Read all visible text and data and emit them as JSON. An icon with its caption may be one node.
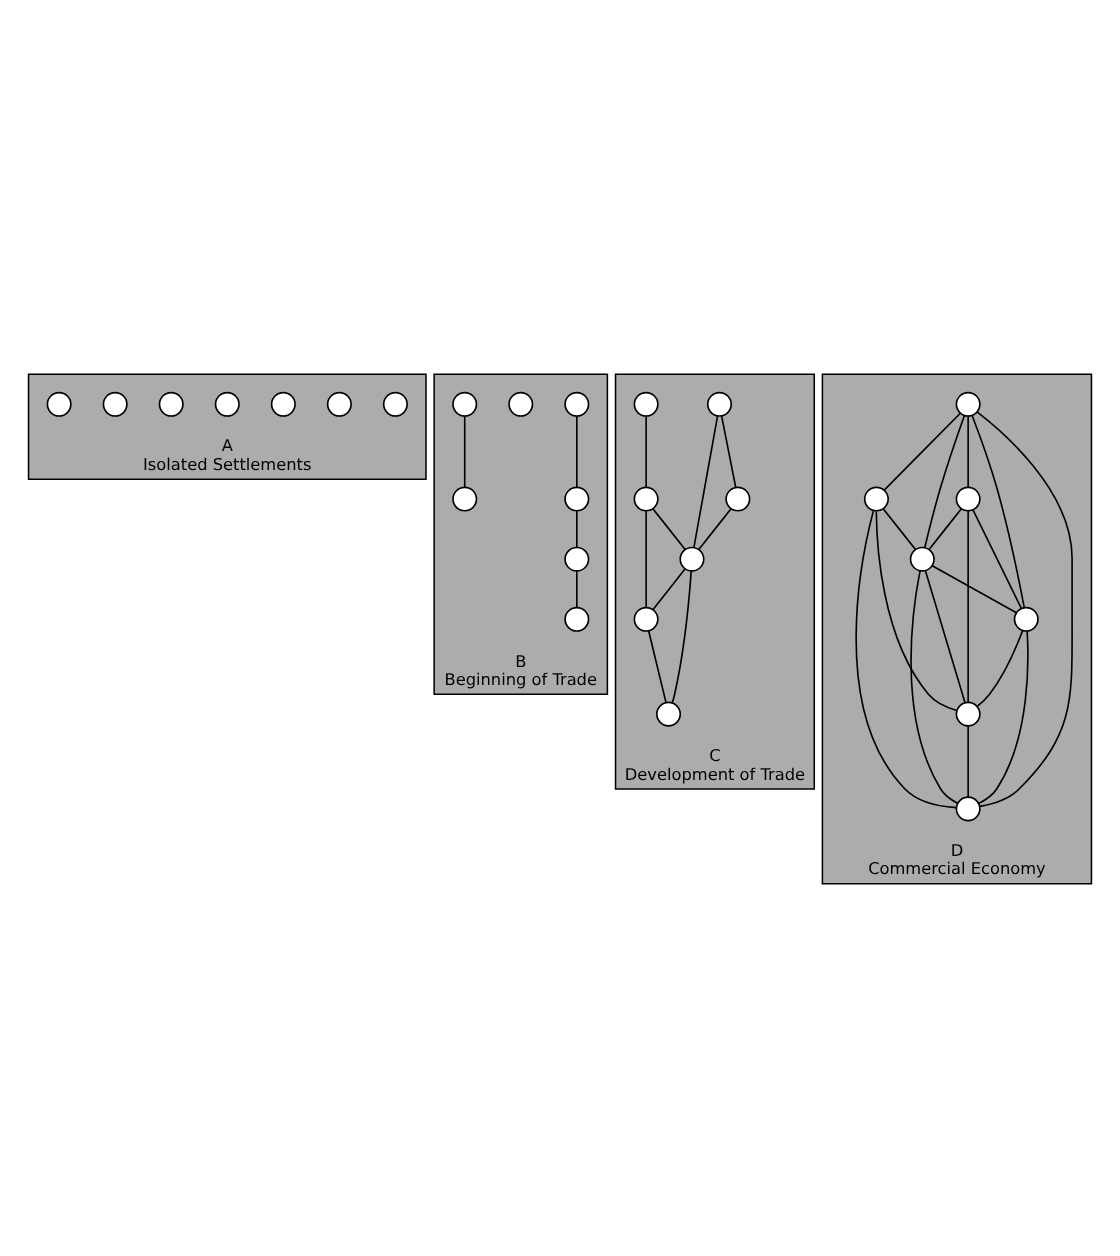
{
  "diagram": {
    "nodes": [
      {
        "text": [
          "A",
          "Isolated Settlements"
        ]
      },
      {
        "text": [],
        "shape": "circle",
        "in": 0
      },
      {
        "text": [],
        "shape": "circle",
        "in": 0
      },
      {
        "text": [],
        "shape": "circle",
        "in": 0
      },
      {
        "text": [],
        "shape": "circle",
        "in": 0
      },
      {
        "text": [],
        "shape": "circle",
        "in": 0
      },
      {
        "text": [],
        "shape": "circle",
        "in": 0
      },
      {
        "text": [],
        "shape": "circle",
        "in": 0
      },
      {
        "text": [
          "B",
          "Beginning of Trade"
        ]
      },
      {
        "text": [],
        "shape": "circle",
        "in": 8
      },
      {
        "text": [],
        "shape": "circle",
        "in": 8
      },
      {
        "text": [],
        "shape": "circle",
        "in": 8
      },
      {
        "text": [],
        "shape": "circle",
        "in": 8
      },
      {
        "text": [],
        "shape": "circle",
        "in": 8
      },
      {
        "text": [],
        "shape": "circle",
        "in": 8
      },
      {
        "text": [],
        "shape": "circle",
        "in": 8
      },
      {
        "text": [
          "C",
          "Development of Trade"
        ]
      },
      {
        "text": [],
        "shape": "circle",
        "in": 16
      },
      {
        "text": [],
        "shape": "circle",
        "in": 16
      },
      {
        "text": [],
        "shape": "circle",
        "in": 16
      },
      {
        "text": [],
        "shape": "circle",
        "in": 16
      },
      {
        "text": [],
        "shape": "circle",
        "in": 16
      },
      {
        "text": [],
        "shape": "circle",
        "in": 16
      },
      {
        "text": [],
        "shape": "circle",
        "in": 16
      },
      {
        "text": [
          "D",
          "Commercial Economy"
        ]
      },
      {
        "text": [],
        "shape": "circle",
        "in": 24
      },
      {
        "text": [],
        "shape": "circle",
        "in": 24
      },
      {
        "text": [],
        "shape": "circle",
        "in": 24
      },
      {
        "text": [],
        "shape": "circle",
        "in": 24
      },
      {
        "text": [],
        "shape": "circle",
        "in": 24
      },
      {
        "text": [],
        "shape": "circle",
        "in": 24
      },
      {
        "text": [],
        "shape": "circle",
        "in": 24
      }
    ],
    "edges": [
      {
        "from": 9,
        "to": 10,
        "arrow": "none"
      },
      {
        "from": 10,
        "to": 12,
        "arrow": "none"
      },
      {
        "from": 12,
        "to": 13,
        "arrow": "none"
      },
      {
        "from": 14,
        "to": 15,
        "arrow": "none"
      },
      {
        "from": 17,
        "to": 18,
        "arrow": "none"
      },
      {
        "from": 17,
        "to": 20,
        "arrow": "none"
      },
      {
        "from": 18,
        "to": 20,
        "arrow": "none"
      },
      {
        "from": 19,
        "to": 21,
        "arrow": "none"
      },
      {
        "from": 21,
        "to": 20,
        "arrow": "none"
      },
      {
        "from": 21,
        "to": 22,
        "arrow": "none"
      },
      {
        "from": 20,
        "to": 22,
        "arrow": "none"
      },
      {
        "from": 20,
        "to": 23,
        "arrow": "none"
      },
      {
        "from": 22,
        "to": 23,
        "arrow": "none"
      },
      {
        "from": 25,
        "to": 27,
        "arrow": "none"
      },
      {
        "from": 25,
        "to": 26,
        "arrow": "none"
      },
      {
        "from": 25,
        "to": 28,
        "arrow": "none"
      },
      {
        "from": 25,
        "to": 29,
        "arrow": "none"
      },
      {
        "from": 25,
        "to": 31,
        "arrow": "none"
      },
      {
        "from": 27,
        "to": 28,
        "arrow": "none"
      },
      {
        "from": 27,
        "to": 29,
        "arrow": "none"
      },
      {
        "from": 27,
        "to": 30,
        "arrow": "none"
      },
      {
        "from": 26,
        "to": 28,
        "arrow": "none"
      },
      {
        "from": 26,
        "to": 30,
        "arrow": "none"
      },
      {
        "from": 26,
        "to": 31,
        "arrow": "none"
      },
      {
        "from": 28,
        "to": 29,
        "arrow": "none"
      },
      {
        "from": 28,
        "to": 30,
        "arrow": "none"
      },
      {
        "from": 28,
        "to": 31,
        "arrow": "none"
      },
      {
        "from": 29,
        "to": 30,
        "arrow": "none"
      },
      {
        "from": 29,
        "to": 31,
        "arrow": "none"
      },
      {
        "from": 30,
        "to": 31,
        "arrow": "none"
      }
    ]
  }
}
